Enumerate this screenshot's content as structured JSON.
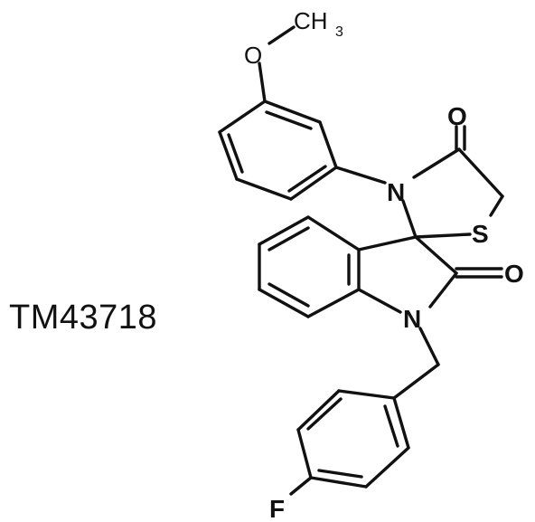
{
  "compound": {
    "label": "TM43718"
  },
  "atoms": {
    "methyl_c": "CH",
    "methyl_sub": "3",
    "methoxy_o": "O",
    "carbonyl_o_top": "O",
    "thiazolidine_n": "N",
    "thiazolidine_s": "S",
    "carbonyl_o_right": "O",
    "indole_n": "N",
    "fluorine": "F"
  },
  "colors": {
    "ink": "#111111",
    "background": "#ffffff"
  }
}
